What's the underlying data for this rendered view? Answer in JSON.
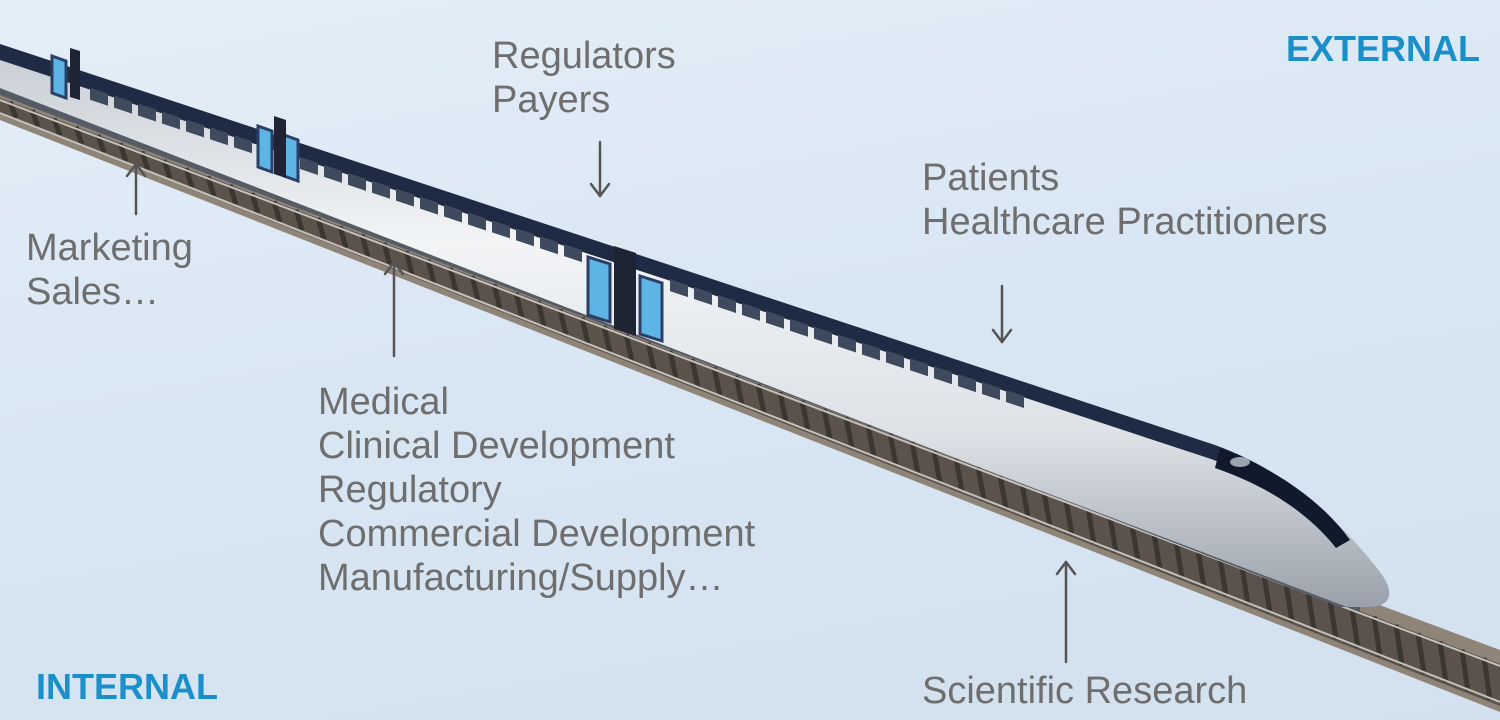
{
  "zones": {
    "external": "EXTERNAL",
    "internal": "INTERNAL"
  },
  "groups": {
    "marketing": [
      "Marketing",
      "Sales…"
    ],
    "regulators": [
      "Regulators",
      "Payers"
    ],
    "patients": [
      "Patients",
      "Healthcare Practitioners"
    ],
    "internal_functions": [
      "Medical",
      "Clinical Development",
      "Regulatory",
      "Commercial Development",
      "Manufacturing/Supply…"
    ],
    "scientific": [
      "Scientific Research"
    ]
  },
  "colors": {
    "zone_text": "#1b8fc9",
    "label_text": "#6e6e6e",
    "background": "#dce8f4",
    "arrow": "#555555"
  },
  "icons": [
    "high-speed-train-illustration",
    "arrow-up-icon",
    "arrow-down-icon"
  ]
}
